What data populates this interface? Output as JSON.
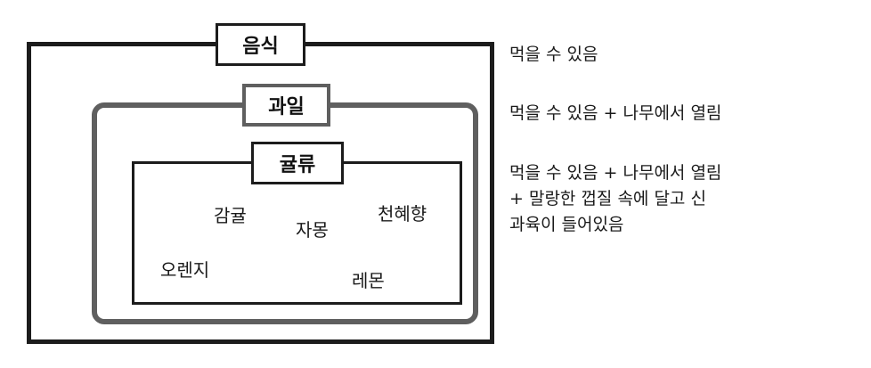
{
  "categories": {
    "food": {
      "label": "음식"
    },
    "fruit": {
      "label": "과일"
    },
    "citrus": {
      "label": "귤류"
    }
  },
  "citrus_items": [
    "감귤",
    "자몽",
    "천혜향",
    "오렌지",
    "레몬"
  ],
  "descriptions": {
    "food": [
      "먹을 수 있음"
    ],
    "fruit": [
      "먹을 수 있음 + 나무에서 열림"
    ],
    "citrus": [
      "먹을 수 있음 + 나무에서 열림",
      "+ 말랑한 껍질 속에 달고 신",
      "과육이 들어있음"
    ]
  },
  "colors": {
    "outer_border": "#1c1c1c",
    "fruit_border": "#5f5f5f",
    "text": "#1a1a1a"
  }
}
